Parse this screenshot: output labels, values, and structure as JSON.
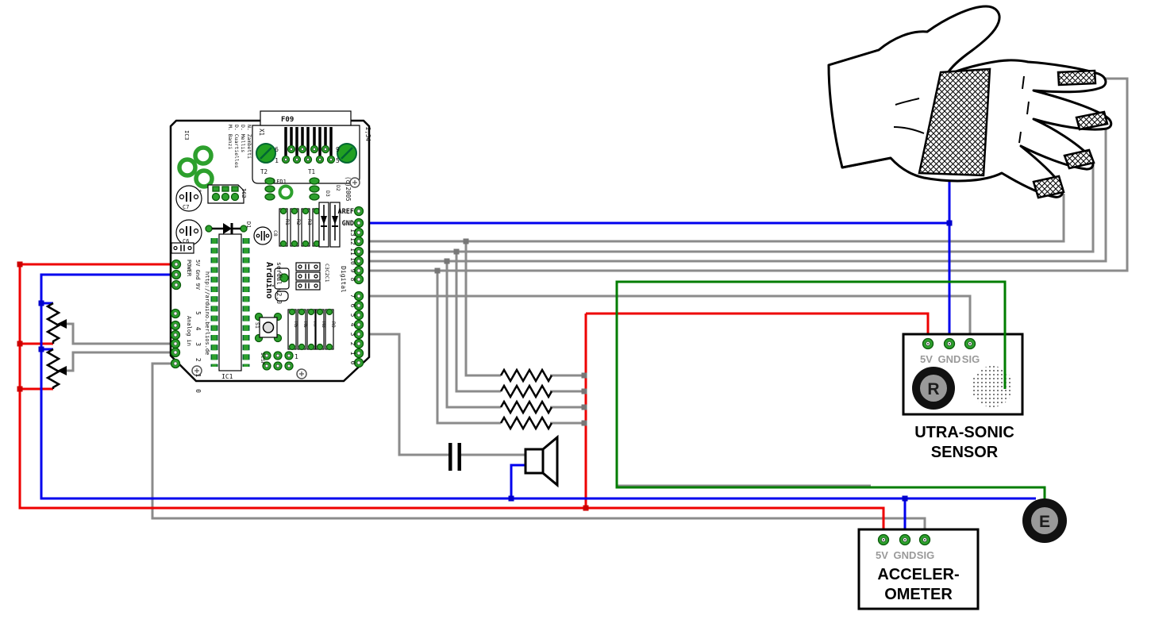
{
  "colors": {
    "wire_5v": "#ee0000",
    "wire_gnd": "#0000ee",
    "wire_emitter": "#007d00",
    "wire_signal": "#8b8b8b",
    "board_green": "#2da02d",
    "pin_label_gray": "#9a9a9a"
  },
  "arduino": {
    "silkscreen": {
      "name": "Arduino",
      "version": "serial v2.0",
      "url": "http://arduino.berlios.de",
      "copyright": "(c)2005",
      "credits": [
        "M. Banzi",
        "D. Cuartielles",
        "D. Mellis",
        "N. Zambetti"
      ],
      "connector_label": "F09",
      "connector_ref": "X1",
      "connector_pitch": "2,54",
      "connector_pins": {
        "p1": "1",
        "p5": "5",
        "p6": "6",
        "p9": "9"
      },
      "power_label": "POWER",
      "power_pins": "5V Gnd 9V",
      "analog_label": "Analog in",
      "analog_pins": "5 4 3 2 1 0",
      "digital_label": "Digital",
      "aref": "AREF",
      "gnd": "GND",
      "digital_pins": [
        "13",
        "12",
        "11",
        "10",
        "9",
        "8",
        "7",
        "6",
        "5",
        "4",
        "3",
        "2",
        "1",
        "0"
      ],
      "refs": {
        "ic1": "IC1",
        "ic2": "IC2",
        "ic3": "IC3",
        "icsp": "ICSP",
        "icsp_pin1": "1",
        "s1": "S1",
        "q1": "Q1",
        "t1": "T1",
        "t2": "T2",
        "led1": "LED1",
        "c3c2c1": "C3C2C1",
        "c6": "C6",
        "c7": "C7",
        "c8": "C8",
        "d1": "D1",
        "d2": "D2",
        "d3": "D3",
        "r1": "R1",
        "r2": "R2",
        "r3": "R3",
        "r4": "R4",
        "r5": "R5",
        "r6": "R6",
        "r7": "R7",
        "r8": "R8",
        "r9": "R9"
      }
    }
  },
  "ultrasonic_sensor": {
    "pin_labels": [
      "5V",
      "GND",
      "SIG"
    ],
    "receiver_label": "R",
    "title": [
      "UTRA-SONIC",
      "SENSOR"
    ]
  },
  "accelerometer": {
    "pin_labels": [
      "5V",
      "GND",
      "SIG"
    ],
    "title": [
      "ACCELER-",
      "OMETER"
    ]
  },
  "emitter": {
    "label": "E"
  }
}
